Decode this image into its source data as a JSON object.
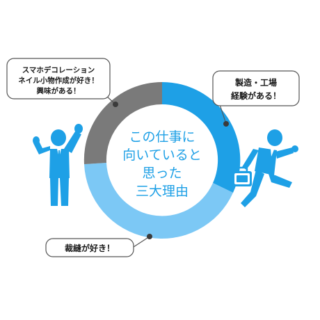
{
  "center": {
    "lines": [
      "この仕事に",
      "向いていると",
      "思った",
      "三大理由"
    ]
  },
  "callouts": {
    "top_left": [
      "スマホデコレーション",
      "ネイル小物作成が好き！",
      "興味がある！"
    ],
    "top_right": [
      "製造・工場",
      "経験がある！"
    ],
    "bottom_left": [
      "裁縫が好き！"
    ]
  },
  "segments": [
    {
      "key": "dark_blue",
      "color": "#1ea0e6"
    },
    {
      "key": "light_blue",
      "color": "#7cc8f5"
    },
    {
      "key": "gray",
      "color": "#7a7a7a"
    }
  ],
  "colors": {
    "figure": "#1ea0e6",
    "dot": "#3b3b3b",
    "callout_border": "#555555"
  },
  "icons": {
    "left_figure": "cheering-businessman-icon",
    "right_figure": "running-businessman-with-briefcase-icon"
  }
}
